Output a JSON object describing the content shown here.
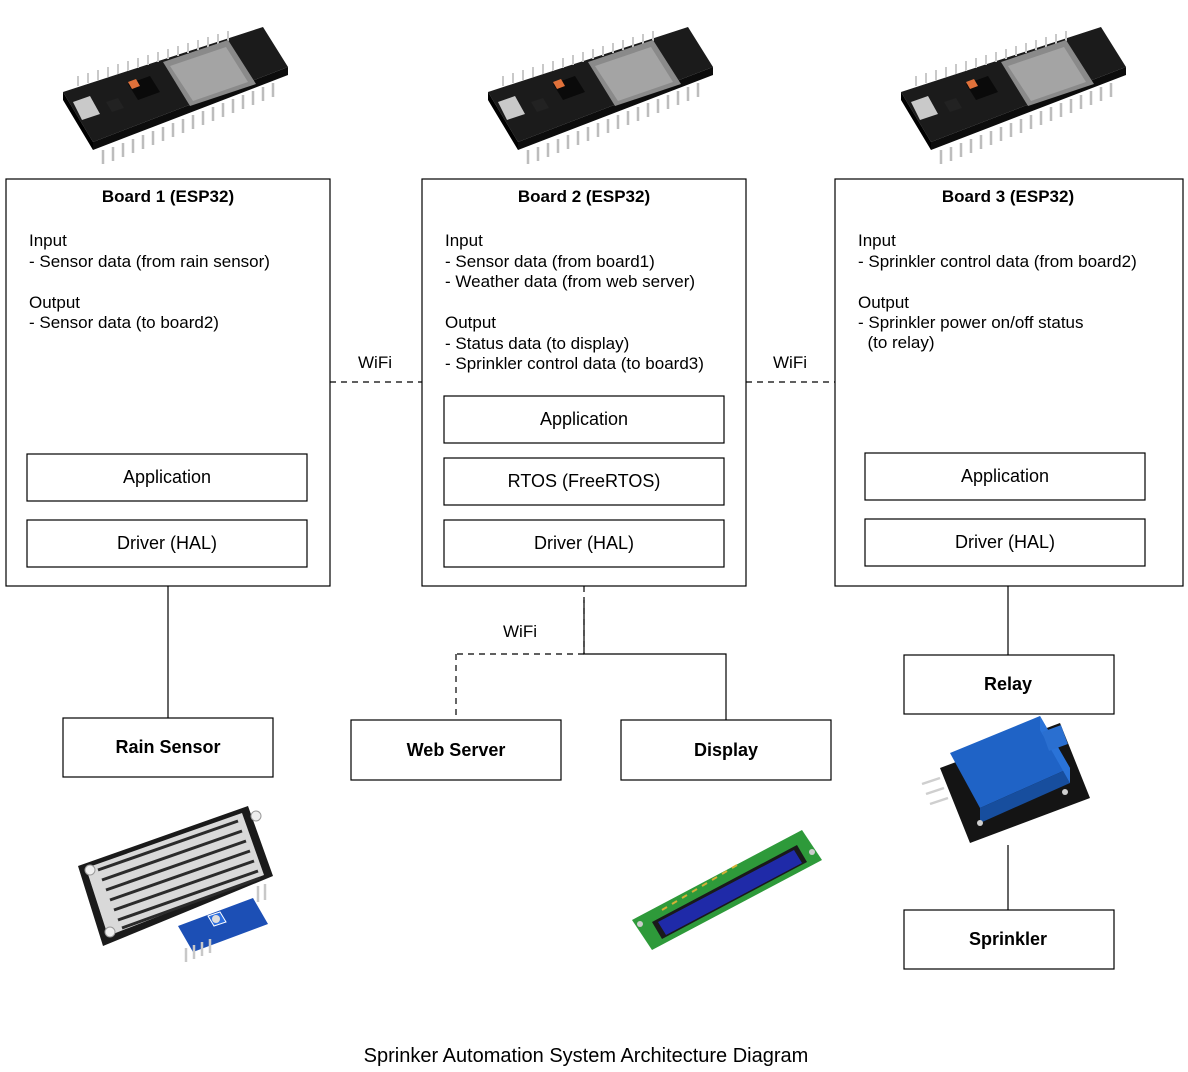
{
  "caption": "Sprinker Automation System Architecture Diagram",
  "wifi_label": "WiFi",
  "boards": [
    {
      "title": "Board 1 (ESP32)",
      "input_heading": "Input",
      "input_lines": [
        "- Sensor data (from rain sensor)"
      ],
      "output_heading": "Output",
      "output_lines": [
        "- Sensor data (to board2)"
      ],
      "layers": [
        "Application",
        "Driver (HAL)"
      ]
    },
    {
      "title": "Board 2 (ESP32)",
      "input_heading": "Input",
      "input_lines": [
        "- Sensor data (from board1)",
        "- Weather data (from web server)"
      ],
      "output_heading": "Output",
      "output_lines": [
        "- Status data (to display)",
        "- Sprinkler control data (to board3)"
      ],
      "layers": [
        "Application",
        "RTOS (FreeRTOS)",
        "Driver (HAL)"
      ]
    },
    {
      "title": "Board 3 (ESP32)",
      "input_heading": "Input",
      "input_lines": [
        "- Sprinkler control data (from board2)"
      ],
      "output_heading": "Output",
      "output_lines": [
        "- Sprinkler power on/off status",
        "  (to relay)"
      ],
      "layers": [
        "Application",
        "Driver (HAL)"
      ]
    }
  ],
  "devices": {
    "rain_sensor": "Rain Sensor",
    "web_server": "Web Server",
    "display": "Display",
    "relay": "Relay",
    "sprinkler": "Sprinkler"
  },
  "icons": [
    "esp32-board-icon",
    "rain-sensor-module-icon",
    "lcd-display-icon",
    "relay-module-icon"
  ],
  "colors": {
    "pcb": "#1b1b1b",
    "lcd_screen": "#1f2aa8",
    "relay_blue": "#1f63c6",
    "rain_plate": "#2b2b2b"
  }
}
